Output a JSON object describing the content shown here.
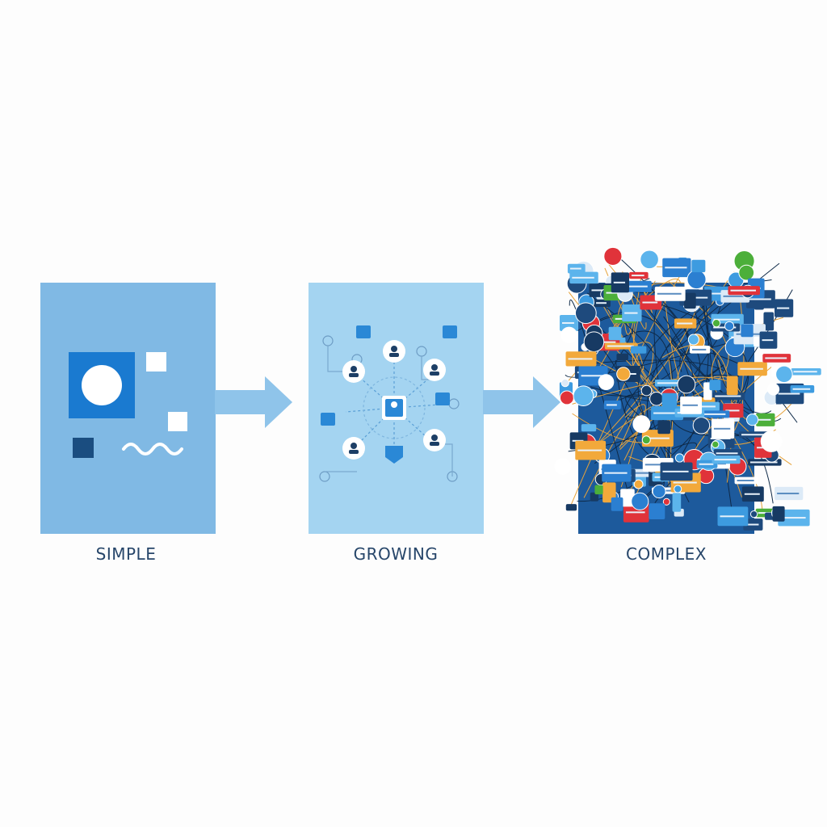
{
  "stages": [
    {
      "label": "SIMPLE"
    },
    {
      "label": "GROWING"
    },
    {
      "label": "COMPLEX"
    }
  ],
  "colors": {
    "simple": "#80b9e4",
    "growing": "#a4d4f1",
    "complex": "#1d5a9c",
    "arrow": "#8fc4ea",
    "accent": "#1a7ad0",
    "dark": "#1a4d80",
    "green": "#4caf3a",
    "orange": "#f2a93b",
    "red": "#e0333a"
  }
}
